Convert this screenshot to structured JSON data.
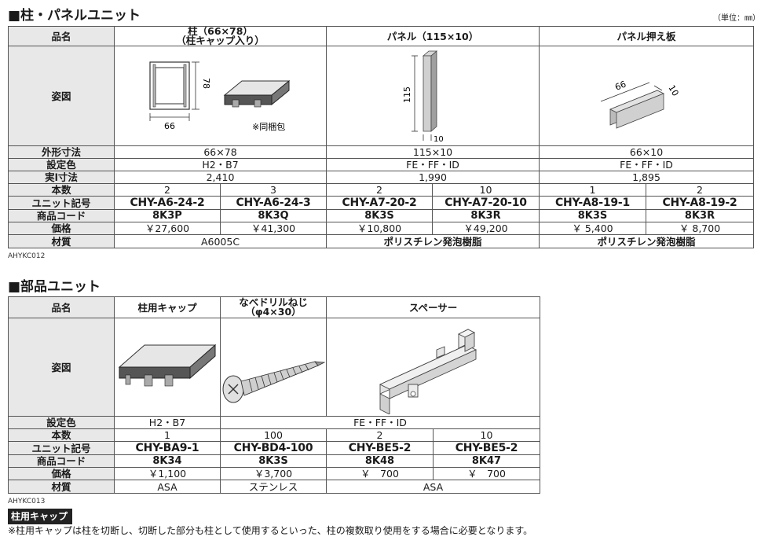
{
  "section1": {
    "title": "■柱・パネルユニット",
    "unit_note": "（単位：㎜）",
    "row_labels": {
      "name": "品名",
      "figure": "姿図",
      "outer": "外形寸法",
      "color": "設定色",
      "actual": "実l寸法",
      "qty": "本数",
      "unit": "ユニット記号",
      "code": "商品コード",
      "price": "価格",
      "material": "材質"
    },
    "products": {
      "pillar": {
        "name_line1": "柱（66×78）",
        "name_line2": "（柱キャップ入り）",
        "fig_width": "66",
        "fig_height": "78",
        "fig_note": "※同梱包",
        "outer": "66×78",
        "color": "H2・B7",
        "actual": "2,410",
        "material": "A6005C",
        "variants": [
          {
            "qty": "2",
            "unit": "CHY-A6-24-2",
            "code": "8K3P",
            "price": "￥27,600"
          },
          {
            "qty": "3",
            "unit": "CHY-A6-24-3",
            "code": "8K3Q",
            "price": "￥41,300"
          }
        ]
      },
      "panel": {
        "name": "パネル（115×10）",
        "fig_height": "115",
        "fig_thick": "10",
        "outer": "115×10",
        "color": "FE・FF・ID",
        "actual": "1,990",
        "material": "ポリスチレン発泡樹脂",
        "variants": [
          {
            "qty": "2",
            "unit": "CHY-A7-20-2",
            "code": "8K3S",
            "price": "￥10,800"
          },
          {
            "qty": "10",
            "unit": "CHY-A7-20-10",
            "code": "8K3R",
            "price": "￥49,200"
          }
        ]
      },
      "presser": {
        "name": "パネル押え板",
        "fig_width": "66",
        "fig_thick": "10",
        "outer": "66×10",
        "color": "FE・FF・ID",
        "actual": "1,895",
        "material": "ポリスチレン発泡樹脂",
        "variants": [
          {
            "qty": "1",
            "unit": "CHY-A8-19-1",
            "code": "8K3S",
            "price": "￥ 5,400"
          },
          {
            "qty": "2",
            "unit": "CHY-A8-19-2",
            "code": "8K3R",
            "price": "￥ 8,700"
          }
        ]
      }
    },
    "ref_code": "AHYKC012"
  },
  "section2": {
    "title": "■部品ユニット",
    "row_labels": {
      "name": "品名",
      "figure": "姿図",
      "color": "設定色",
      "qty": "本数",
      "unit": "ユニット記号",
      "code": "商品コード",
      "price": "価格",
      "material": "材質"
    },
    "products": {
      "cap": {
        "name": "柱用キャップ",
        "color": "H2・B7",
        "qty": "1",
        "unit": "CHY-BA9-1",
        "code": "8K34",
        "price": "￥1,100",
        "material": "ASA"
      },
      "screw": {
        "name_line1": "なベドリルねじ",
        "name_line2": "（φ4×30）",
        "color": "FE・FF・ID",
        "qty": "100",
        "unit": "CHY-BD4-100",
        "code": "8K3S",
        "price": "￥3,700",
        "material": "ステンレス"
      },
      "spacer": {
        "name": "スペーサー",
        "material": "ASA",
        "variants": [
          {
            "qty": "2",
            "unit": "CHY-BE5-2",
            "code": "8K48",
            "price": "￥　700"
          },
          {
            "qty": "10",
            "unit": "CHY-BE5-2",
            "code": "8K47",
            "price": "￥　700"
          }
        ]
      }
    },
    "ref_code": "AHYKC013"
  },
  "note": {
    "tag": "柱用キャップ",
    "text": "※柱用キャップは柱を切断し、切断した部分も柱として使用するといった、柱の複数取り使用をする場合に必要となります。"
  }
}
